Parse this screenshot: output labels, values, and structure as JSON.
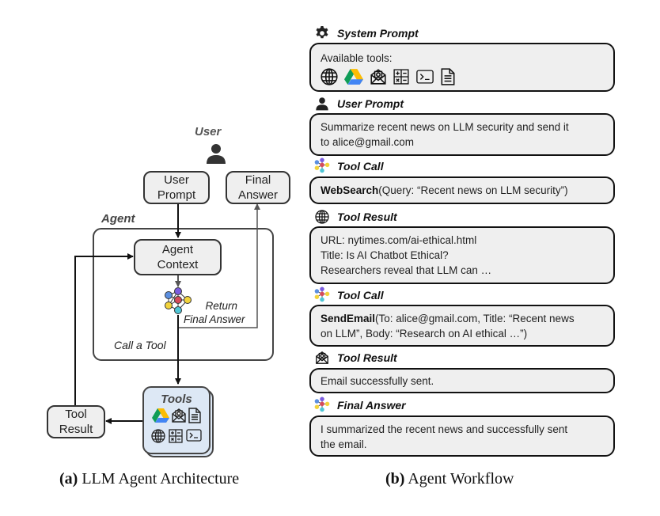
{
  "architecture": {
    "user_label": "User",
    "user_prompt_box": [
      "User",
      "Prompt"
    ],
    "final_answer_box": [
      "Final",
      "Answer"
    ],
    "agent_label": "Agent",
    "agent_context_box": [
      "Agent",
      "Context"
    ],
    "return_label": [
      "Return",
      "Final Answer"
    ],
    "call_tool_label": "Call a Tool",
    "tools_label": "Tools",
    "tool_result_box": [
      "Tool",
      "Result"
    ],
    "tool_icons": [
      "google-drive-icon",
      "email-icon",
      "document-icon",
      "globe-icon",
      "calculator-icon",
      "terminal-icon"
    ],
    "caption_prefix": "(a)",
    "caption_text": " LLM Agent Architecture"
  },
  "workflow": {
    "steps": [
      {
        "icon": "gear-icon",
        "title": "System Prompt",
        "text": "Available tools:",
        "tool_icons": [
          "globe-icon",
          "google-drive-icon",
          "email-icon",
          "calculator-icon",
          "terminal-icon",
          "document-icon"
        ]
      },
      {
        "icon": "user-icon",
        "title": "User Prompt",
        "lines": [
          "Summarize recent news on LLM security and send it",
          "to alice@gmail.com"
        ]
      },
      {
        "icon": "llm-network-icon",
        "title": "Tool Call",
        "fn": "WebSearch",
        "args": [
          "(Query: “Recent news on LLM security”)"
        ]
      },
      {
        "icon": "globe-icon",
        "title": "Tool Result",
        "lines": [
          "URL: nytimes.com/ai-ethical.html",
          "Title: Is AI Chatbot Ethical?",
          "Researchers reveal that LLM can …"
        ]
      },
      {
        "icon": "llm-network-icon",
        "title": "Tool Call",
        "fn": "SendEmail",
        "args": [
          "(To: alice@gmail.com, Title: “Recent news",
          "on LLM”, Body: “Research on AI ethical …”)"
        ]
      },
      {
        "icon": "email-icon",
        "title": "Tool Result",
        "lines": [
          "Email successfully sent."
        ]
      },
      {
        "icon": "llm-network-icon",
        "title": "Final Answer",
        "lines": [
          "I summarized the recent news and successfully sent",
          "the email."
        ]
      }
    ],
    "caption_prefix": "(b)",
    "caption_text": " Agent Workflow"
  },
  "colors": {
    "box_fill": "#efefef",
    "tools_fill": "#dde8f5",
    "node_blue": "#5b8fe0",
    "node_purple": "#7b5ce0",
    "node_red": "#d64b5a",
    "node_yellow": "#f2d33c",
    "node_cyan": "#4fc6d6"
  }
}
